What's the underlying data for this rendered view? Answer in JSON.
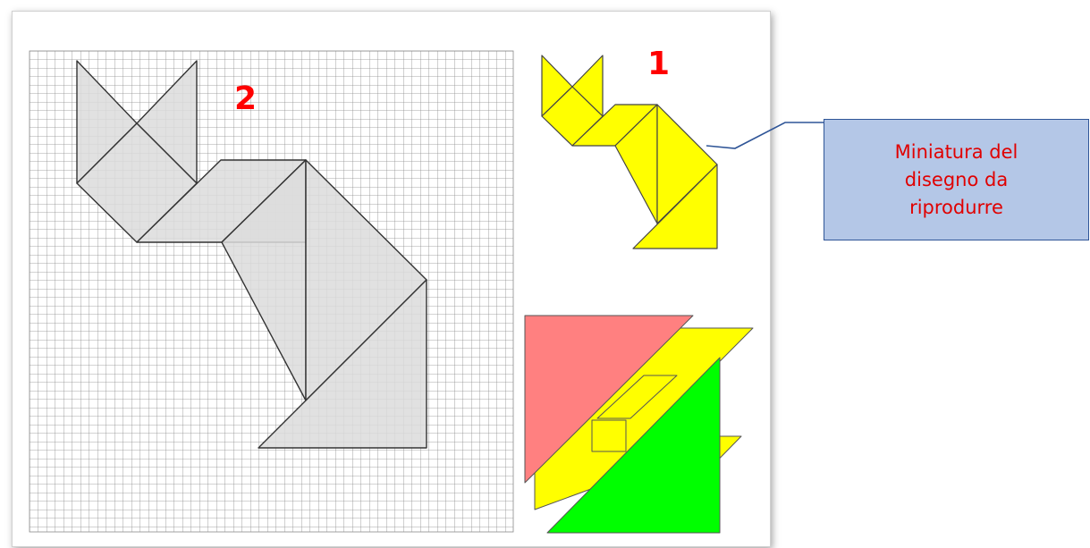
{
  "labels": {
    "big_drawing_number": "2",
    "miniature_number": "1"
  },
  "callout": {
    "text": "Miniatura del\ndisegno da\nriprodurre"
  },
  "colors": {
    "grid_line": "#888888",
    "big_piece_fill": "#dedede",
    "miniature_fill": "#ffff00",
    "piece_pink": "#ff8080",
    "piece_yellow": "#ffff00",
    "piece_green": "#00ff00",
    "number_red": "#ff0000",
    "callout_fill": "#b4c7e7",
    "callout_border": "#2f5597"
  }
}
